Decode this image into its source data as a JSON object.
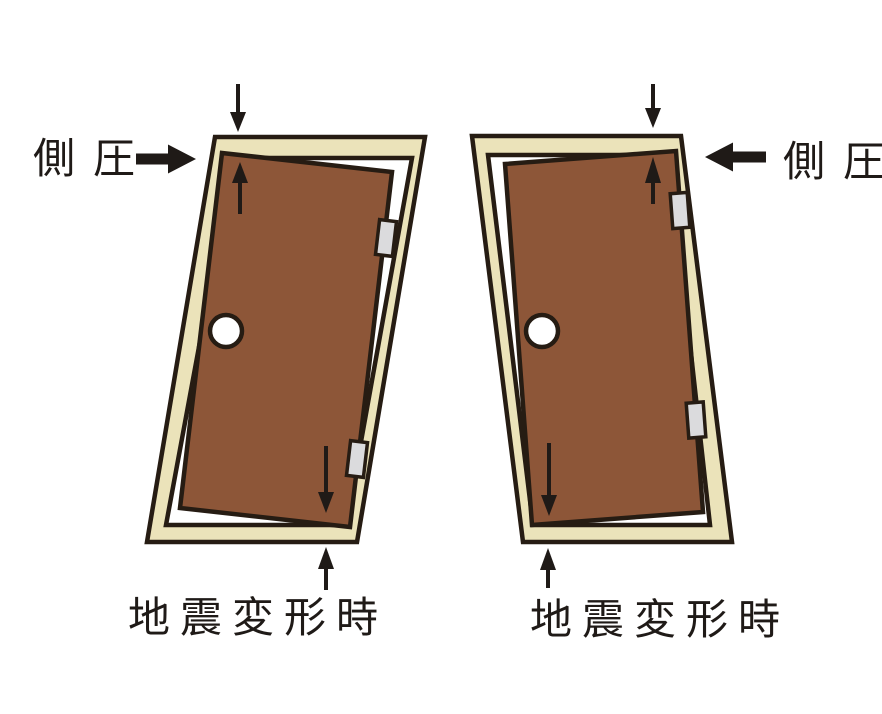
{
  "colors": {
    "background": "#ffffff",
    "frame": "#ebe3ba",
    "door": "#8d5638",
    "outline": "#261c13",
    "hinge": "#dbdbdd",
    "knob": "#ffffff",
    "arrow": "#1f1a17",
    "text": "#1f1a17"
  },
  "diagrams": {
    "left": {
      "pressure_label": "側圧",
      "caption": "地震変形時"
    },
    "right": {
      "pressure_label": "側圧",
      "caption": "地震変形時"
    }
  }
}
